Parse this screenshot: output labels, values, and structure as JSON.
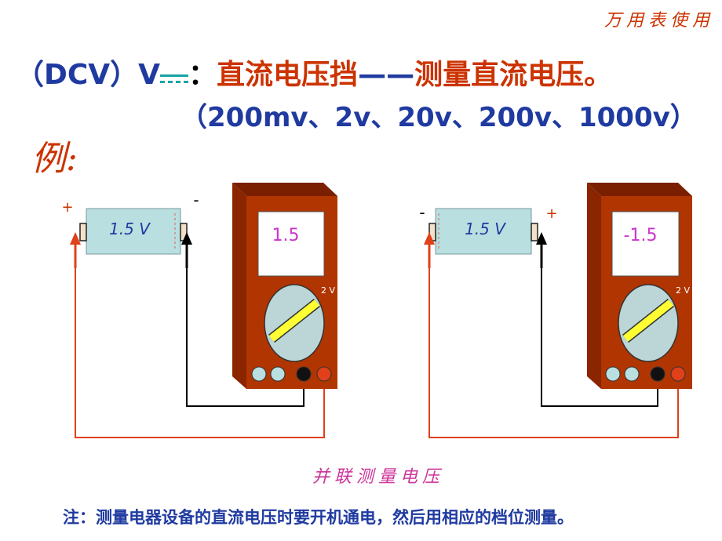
{
  "header": {
    "corner_title": "万用表使用"
  },
  "heading": {
    "prefix": "（DCV）V",
    "colon": "：",
    "mode_name": "直流电压挡",
    "dash": "——",
    "description": "测量直流电压。",
    "ranges": "（200mv、2v、20v、200v、1000v）"
  },
  "example_label": "例:",
  "left_circuit": {
    "battery_label": "1.5 V",
    "plus_sign": "+",
    "minus_sign": "-",
    "meter_display": "1.5",
    "range_label": "2 V"
  },
  "right_circuit": {
    "battery_label": "1.5 V",
    "plus_sign": "+",
    "minus_sign": "-",
    "meter_display": "-1.5",
    "range_label": "2 V"
  },
  "caption": "并联测量电压",
  "note": "注：测量电器设备的直流电压时要开机通电，然后用相应的档位测量。",
  "colors": {
    "title_blue": "#1f3aa0",
    "title_red": "#cc3300",
    "meter_body": "#a52a00",
    "battery_fill": "#b9dfe0",
    "dial_yellow": "#ffff33",
    "wire_red": "#e0401a",
    "caption_pink": "#cc3399"
  }
}
